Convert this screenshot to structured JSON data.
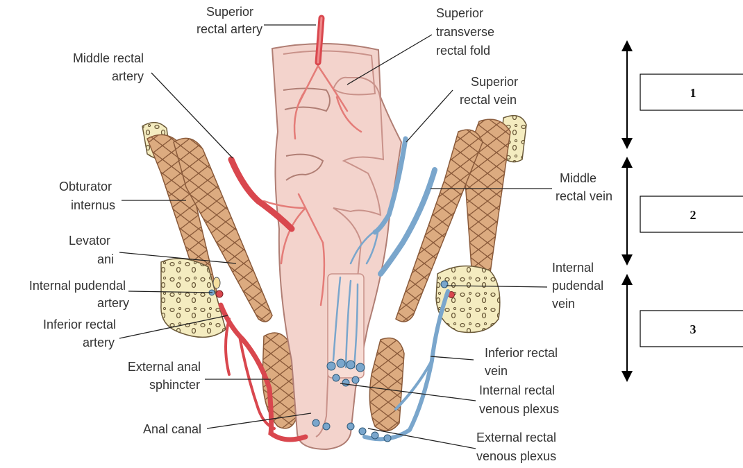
{
  "labels": {
    "superior_rectal_artery": [
      "Superior",
      "rectal artery"
    ],
    "superior_transverse_rectal_fold": [
      "Superior",
      "transverse",
      "rectal fold"
    ],
    "middle_rectal_artery": [
      "Middle rectal",
      "artery"
    ],
    "superior_rectal_vein": [
      "Superior",
      "rectal vein"
    ],
    "obturator_internus": [
      "Obturator",
      "internus"
    ],
    "middle_rectal_vein": [
      "Middle",
      "rectal vein"
    ],
    "levator_ani": [
      "Levator",
      "ani"
    ],
    "internal_pudendal_artery": [
      "Internal pudendal",
      "artery"
    ],
    "internal_pudendal_vein": [
      "Internal",
      "pudendal",
      "vein"
    ],
    "inferior_rectal_artery": [
      "Inferior rectal",
      "artery"
    ],
    "external_anal_sphincter": [
      "External anal",
      "sphincter"
    ],
    "inferior_rectal_vein": [
      "Inferior rectal",
      "vein"
    ],
    "internal_rectal_venous_plexus": [
      "Internal rectal",
      "venous plexus"
    ],
    "anal_canal": [
      "Anal canal"
    ],
    "external_rectal_venous_plexus": [
      "External rectal",
      "venous plexus"
    ]
  },
  "boxes": [
    "1",
    "2",
    "3"
  ],
  "colors": {
    "artery": "#d9474e",
    "vein": "#7aa6cc",
    "rectum_fill": "#f3d3cc",
    "rectum_wall": "#c9928a",
    "muscle": "#d8a87c",
    "muscle_line": "#8a5a3a",
    "bone": "#f4ecc0",
    "leader": "#222222"
  }
}
